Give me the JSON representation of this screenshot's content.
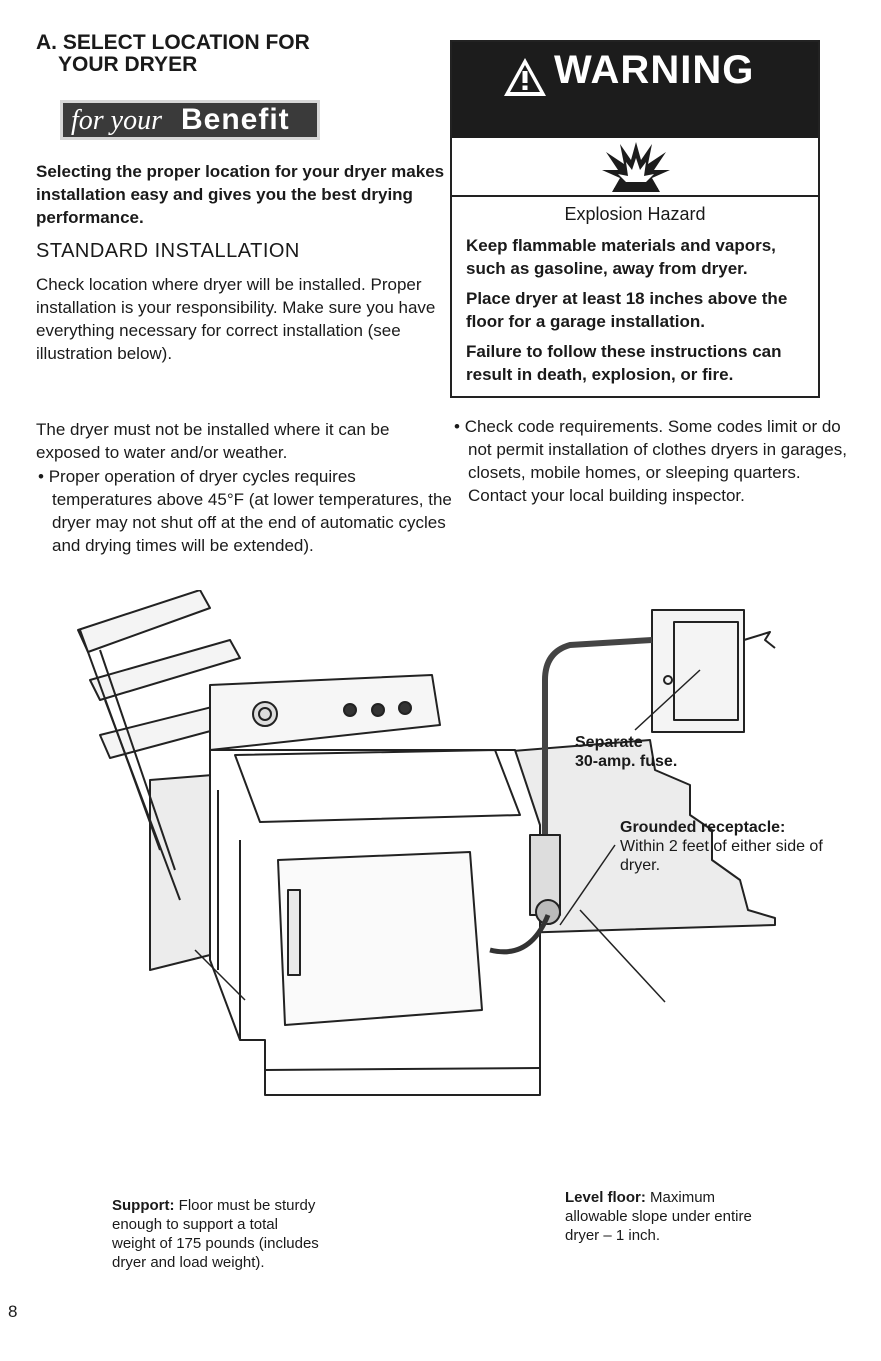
{
  "section": {
    "title_line1": "A. SELECT LOCATION FOR",
    "title_line2": "YOUR DRYER"
  },
  "benefit": {
    "for_your": "for your",
    "big": "Benefit",
    "text": "Selecting the proper location for your dryer makes installation easy and gives you the best drying performance."
  },
  "standard": {
    "title": "STANDARD INSTALLATION",
    "p1": "Check location where dryer will be installed. Proper installation is your responsibility. Make sure you have everything necessary for correct installation (see illustration below).",
    "p2": "The dryer must not be installed where it can be exposed to water and/or weather.",
    "bullet1": "Proper operation of dryer cycles requires temperatures above 45°F (at lower temperatures, the dryer may not shut off at the end of automatic cycles and drying times will be extended).",
    "bullet2": "Check code requirements. Some codes limit or do not permit installation of clothes dryers in garages, closets, mobile homes, or sleeping quarters. Contact your local building inspector."
  },
  "warning": {
    "title": "WARNING",
    "hazard": "Explosion Hazard",
    "p1": "Keep flammable materials and vapors, such as gasoline, away from dryer.",
    "p2": "Place dryer at least 18 inches above the floor for a garage installation.",
    "p3": "Failure to follow these instructions can result in death, explosion, or fire."
  },
  "callouts": {
    "fuse_line1": "Separate",
    "fuse_line2": "30-amp. fuse.",
    "receptacle_title": "Grounded receptacle:",
    "receptacle_text": "Within 2 feet of either side of dryer.",
    "support_title": "Support:",
    "support_text": " Floor must be sturdy enough to support a total weight of 175 pounds (includes dryer and load weight).",
    "level_title": "Level floor:",
    "level_text": " Maximum allowable slope under entire dryer – 1 inch."
  },
  "page_number": "8",
  "bullet_char": "•",
  "colors": {
    "text": "#1a1a1a",
    "banner": "#1c1c1c",
    "paper": "#ffffff"
  }
}
